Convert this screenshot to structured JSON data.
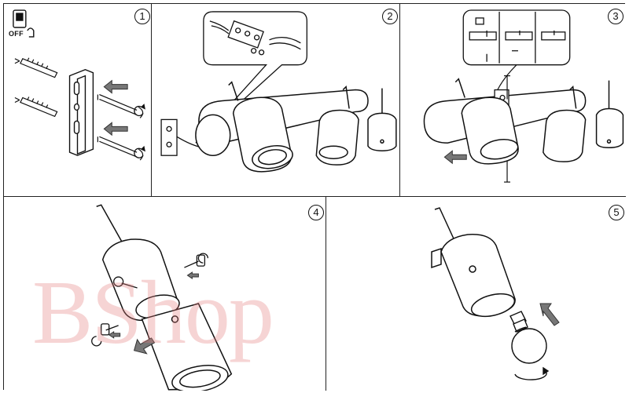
{
  "steps": [
    {
      "number": "1"
    },
    {
      "number": "2"
    },
    {
      "number": "3"
    },
    {
      "number": "4"
    },
    {
      "number": "5"
    }
  ],
  "power_switch": {
    "label": "OFF",
    "icon": "power-switch-icon"
  },
  "watermark": {
    "text": "BShop"
  },
  "colors": {
    "line": "#222222",
    "watermark": "#e27878",
    "background": "#ffffff"
  }
}
